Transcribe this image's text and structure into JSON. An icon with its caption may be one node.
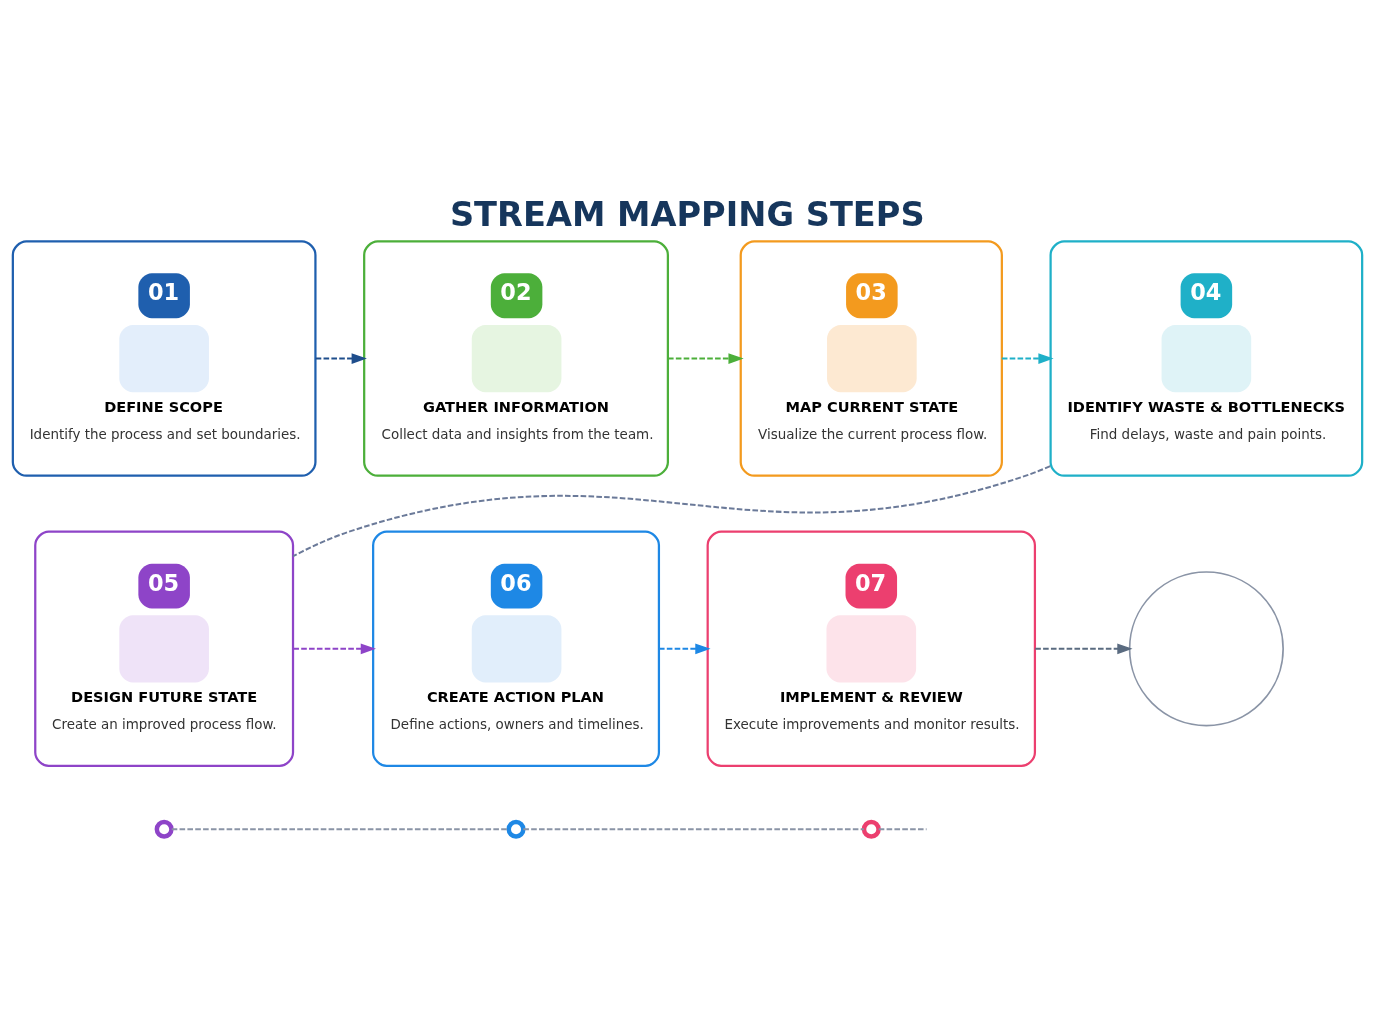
{
  "diagram": {
    "title": "STREAM MAPPING STEPS",
    "nodes": [
      {
        "text": [
          "01",
          "DEFINE SCOPE",
          "Identify the process and set boundaries."
        ]
      },
      {
        "text": [
          "02",
          "GATHER INFORMATION",
          "Collect data and insights from the team."
        ]
      },
      {
        "text": [
          "03",
          "MAP CURRENT STATE",
          "Visualize the current process flow."
        ]
      },
      {
        "text": [
          "04",
          "IDENTIFY WASTE & BOTTLENECKS",
          "Find delays, waste and pain points."
        ]
      },
      {
        "text": [
          "05",
          "DESIGN FUTURE STATE",
          "Create an improved process flow."
        ]
      },
      {
        "text": [
          "06",
          "CREATE ACTION PLAN",
          "Define actions, owners and timelines."
        ]
      },
      {
        "text": [
          "07",
          "IMPLEMENT & REVIEW",
          "Execute improvements and monitor results."
        ]
      },
      {
        "text": [],
        "shape": "circle"
      },
      {
        "text": [],
        "shape": "circle"
      },
      {
        "text": [],
        "shape": "circle"
      },
      {
        "text": [],
        "shape": "circle"
      }
    ],
    "edges": [
      {
        "from": 0,
        "to": 1,
        "arrow": "to",
        "style": "dashed",
        "color": "#1f4e8c"
      },
      {
        "from": 1,
        "to": 2,
        "arrow": "to",
        "style": "dashed",
        "color": "#4caf3a"
      },
      {
        "from": 2,
        "to": 3,
        "arrow": "to",
        "style": "dashed",
        "color": "#1fb0c8"
      },
      {
        "from": 3,
        "to": 4,
        "arrow": "none",
        "style": "dashed",
        "color": "#6b7a99"
      },
      {
        "from": 4,
        "to": 5,
        "arrow": "to",
        "style": "dashed",
        "color": "#8e44c8"
      },
      {
        "from": 5,
        "to": 6,
        "arrow": "to",
        "style": "dashed",
        "color": "#1e88e5"
      },
      {
        "from": 6,
        "to": 7,
        "arrow": "to",
        "style": "dashed",
        "color": "#5a6b80"
      },
      {
        "from": 8,
        "to": 9,
        "arrow": "none",
        "style": "dashed",
        "color": "#8a94a6"
      },
      {
        "from": 9,
        "to": 10,
        "arrow": "none",
        "style": "dashed",
        "color": "#8a94a6"
      },
      {
        "from": 10,
        "to": null,
        "arrow": "none",
        "style": "dashed",
        "color": "#8a94a6"
      }
    ]
  }
}
